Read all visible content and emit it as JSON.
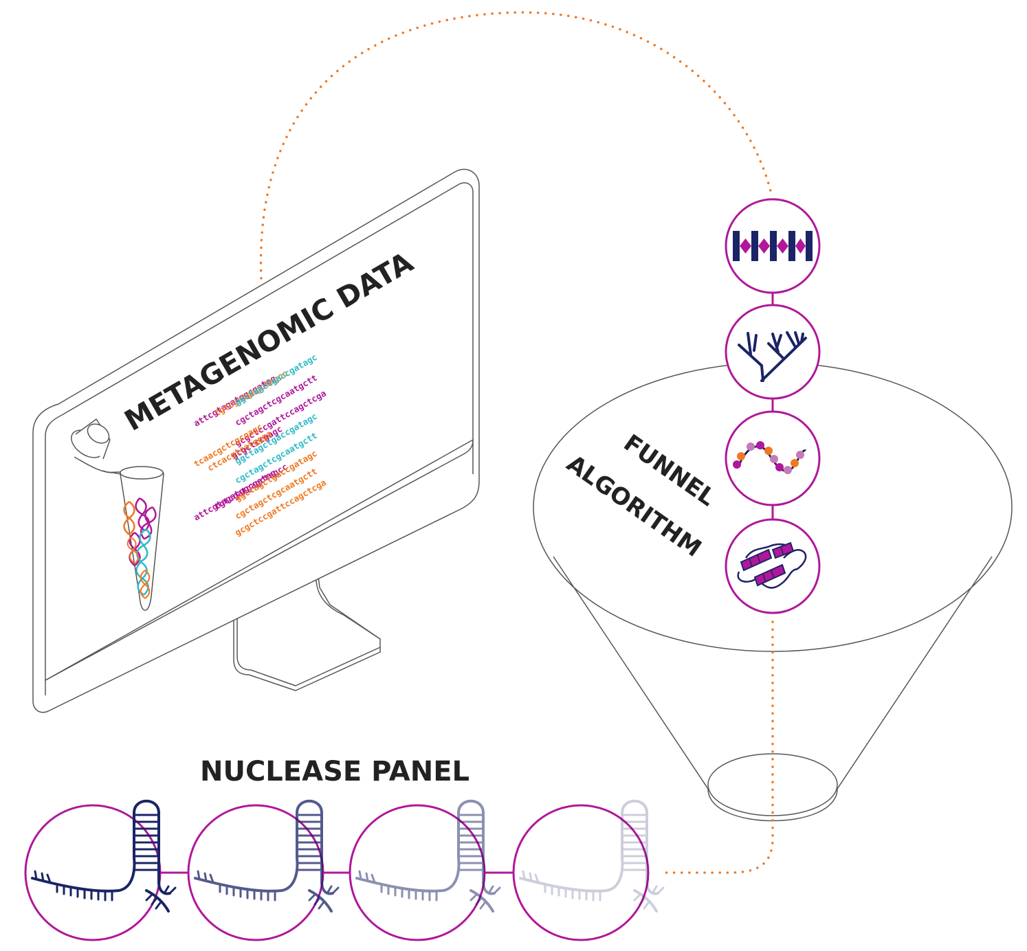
{
  "monitor": {
    "title": "METAGENOMIC DATA",
    "sequences": [
      {
        "text": "attcgtagatggcgatag",
        "color": "magenta"
      },
      {
        "text": "tgtcgatgagctagcc",
        "color": "orange"
      },
      {
        "text": "ggctagctgaccgatagc",
        "color": "cyan"
      },
      {
        "text": "cgctagctcgcaatgctt",
        "color": "magenta"
      },
      {
        "text": "gcgctccgattccagctcga",
        "color": "magenta"
      },
      {
        "text": "gcgctccgagc",
        "color": "magenta"
      },
      {
        "text": "tcaacgctcgcgagc",
        "color": "orange"
      },
      {
        "text": "ctcacgtcatggga",
        "color": "orange"
      },
      {
        "text": "ggctagctgaccgatagc",
        "color": "cyan"
      },
      {
        "text": "cgctagctcgcaatgctt",
        "color": "cyan"
      },
      {
        "text": "attcgtagatggcgatag",
        "color": "magenta"
      },
      {
        "text": "tgtcgatgagctagcc",
        "color": "magenta"
      },
      {
        "text": "ggctagctgaccgatagc",
        "color": "orange"
      },
      {
        "text": "cgctagctcgcaatgctt",
        "color": "orange"
      },
      {
        "text": "gcgctccgattccagctcga",
        "color": "orange"
      }
    ]
  },
  "funnel": {
    "line1": "FUNNEL",
    "line2": "ALGORITHM"
  },
  "panel": {
    "title": "NUCLEASE PANEL"
  },
  "colors": {
    "magenta": "#b0179a",
    "orange": "#f07820",
    "cyan": "#2ebac7",
    "navy": "#1a2466",
    "pink": "#c47ab5",
    "outline": "#555555"
  },
  "icons": [
    "repeat-array-icon",
    "phylogenetic-tree-icon",
    "sequence-beads-icon",
    "protein-structure-icon"
  ],
  "nuclease_opacity": [
    1.0,
    0.75,
    0.5,
    0.22
  ]
}
